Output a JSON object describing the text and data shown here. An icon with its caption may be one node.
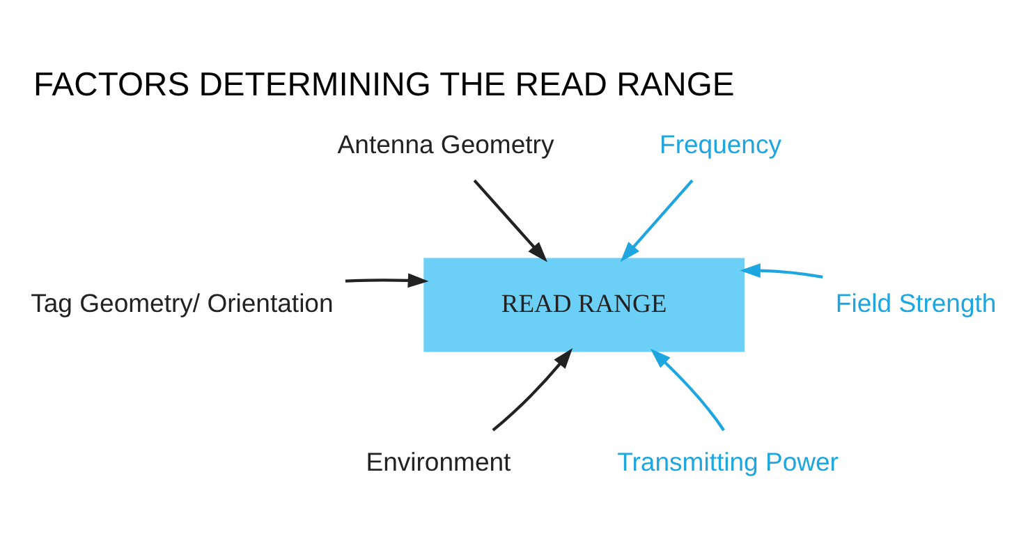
{
  "diagram": {
    "title": "FACTORS DETERMINING THE READ RANGE",
    "nodes": [
      {
        "text": [
          "READ RANGE"
        ]
      },
      {
        "text": [
          "Antenna Geometry"
        ]
      },
      {
        "text": [
          "Frequency"
        ]
      },
      {
        "text": [
          "Tag Geometry/ Orientation"
        ]
      },
      {
        "text": [
          "Field Strength"
        ]
      },
      {
        "text": [
          "Environment"
        ]
      },
      {
        "text": [
          "Transmitting Power"
        ]
      }
    ],
    "edges": [
      {
        "from": 1,
        "to": 0,
        "arrow": "to"
      },
      {
        "from": 2,
        "to": 0,
        "arrow": "to",
        "color": "#1ea6e0"
      },
      {
        "from": 3,
        "to": 0,
        "arrow": "to"
      },
      {
        "from": 4,
        "to": 0,
        "arrow": "to",
        "color": "#1ea6e0"
      },
      {
        "from": 5,
        "to": 0,
        "arrow": "to"
      },
      {
        "from": 6,
        "to": 0,
        "arrow": "to",
        "color": "#1ea6e0"
      }
    ]
  }
}
